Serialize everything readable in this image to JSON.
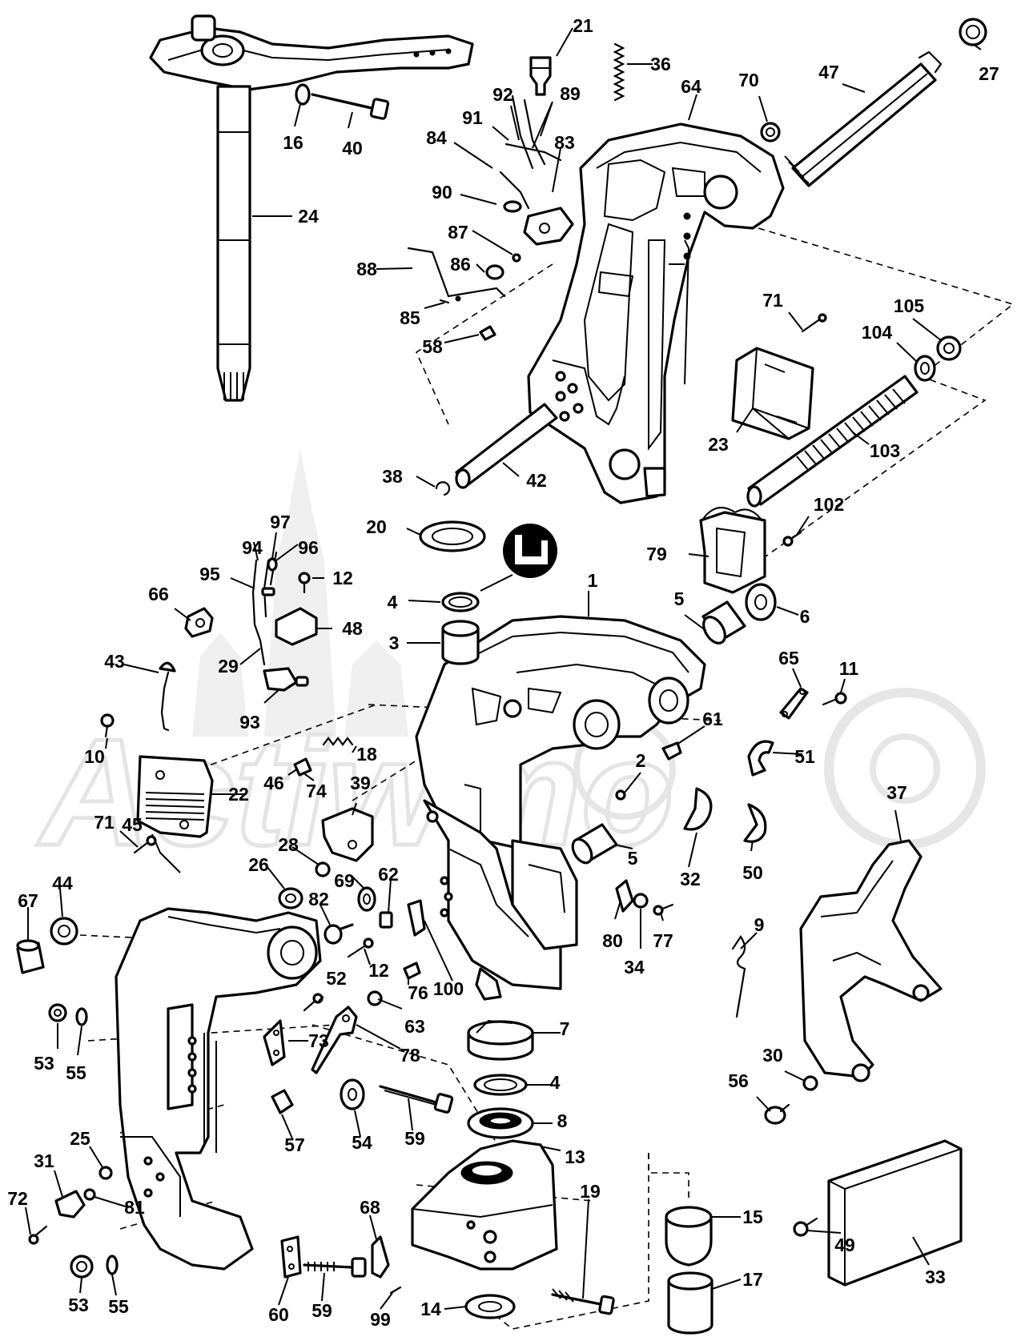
{
  "watermark": {
    "text": "Actiwmo",
    "color": "#e4e4e4"
  },
  "callouts": [
    {
      "id": "c21",
      "label": "21"
    },
    {
      "id": "c36",
      "label": "36"
    },
    {
      "id": "c64",
      "label": "64"
    },
    {
      "id": "c70",
      "label": "70"
    },
    {
      "id": "c47",
      "label": "47"
    },
    {
      "id": "c27",
      "label": "27"
    },
    {
      "id": "c92",
      "label": "92"
    },
    {
      "id": "c89",
      "label": "89"
    },
    {
      "id": "c91",
      "label": "91"
    },
    {
      "id": "c84",
      "label": "84"
    },
    {
      "id": "c83",
      "label": "83"
    },
    {
      "id": "c16",
      "label": "16"
    },
    {
      "id": "c40",
      "label": "40"
    },
    {
      "id": "c24",
      "label": "24"
    },
    {
      "id": "c90",
      "label": "90"
    },
    {
      "id": "c87",
      "label": "87"
    },
    {
      "id": "c86",
      "label": "86"
    },
    {
      "id": "c88",
      "label": "88"
    },
    {
      "id": "c85",
      "label": "85"
    },
    {
      "id": "c58",
      "label": "58"
    },
    {
      "id": "c71a",
      "label": "71"
    },
    {
      "id": "c105",
      "label": "105"
    },
    {
      "id": "c104",
      "label": "104"
    },
    {
      "id": "c23",
      "label": "23"
    },
    {
      "id": "c103",
      "label": "103"
    },
    {
      "id": "c38",
      "label": "38"
    },
    {
      "id": "c42",
      "label": "42"
    },
    {
      "id": "c102",
      "label": "102"
    },
    {
      "id": "c20",
      "label": "20"
    },
    {
      "id": "c97",
      "label": "97"
    },
    {
      "id": "c94",
      "label": "94"
    },
    {
      "id": "c96",
      "label": "96"
    },
    {
      "id": "c95",
      "label": "95"
    },
    {
      "id": "c12a",
      "label": "12"
    },
    {
      "id": "c79",
      "label": "79"
    },
    {
      "id": "c66",
      "label": "66"
    },
    {
      "id": "c4a",
      "label": "4"
    },
    {
      "id": "c48",
      "label": "48"
    },
    {
      "id": "c1",
      "label": "1"
    },
    {
      "id": "c5a",
      "label": "5"
    },
    {
      "id": "c6",
      "label": "6"
    },
    {
      "id": "c3",
      "label": "3"
    },
    {
      "id": "c43",
      "label": "43"
    },
    {
      "id": "c29",
      "label": "29"
    },
    {
      "id": "c93",
      "label": "93"
    },
    {
      "id": "c65",
      "label": "65"
    },
    {
      "id": "c11",
      "label": "11"
    },
    {
      "id": "c10",
      "label": "10"
    },
    {
      "id": "c18",
      "label": "18"
    },
    {
      "id": "c61",
      "label": "61"
    },
    {
      "id": "c51",
      "label": "51"
    },
    {
      "id": "c2",
      "label": "2"
    },
    {
      "id": "c46",
      "label": "46"
    },
    {
      "id": "c74",
      "label": "74"
    },
    {
      "id": "c22",
      "label": "22"
    },
    {
      "id": "c39",
      "label": "39"
    },
    {
      "id": "c71b",
      "label": "71"
    },
    {
      "id": "c5b",
      "label": "5"
    },
    {
      "id": "c32",
      "label": "32"
    },
    {
      "id": "c50",
      "label": "50"
    },
    {
      "id": "c37",
      "label": "37"
    },
    {
      "id": "c28",
      "label": "28"
    },
    {
      "id": "c26",
      "label": "26"
    },
    {
      "id": "c69",
      "label": "69"
    },
    {
      "id": "c62",
      "label": "62"
    },
    {
      "id": "c45",
      "label": "45"
    },
    {
      "id": "c44",
      "label": "44"
    },
    {
      "id": "c67",
      "label": "67"
    },
    {
      "id": "c82",
      "label": "82"
    },
    {
      "id": "c80",
      "label": "80"
    },
    {
      "id": "c77",
      "label": "77"
    },
    {
      "id": "c34",
      "label": "34"
    },
    {
      "id": "c9",
      "label": "9"
    },
    {
      "id": "c12b",
      "label": "12"
    },
    {
      "id": "c76",
      "label": "76"
    },
    {
      "id": "c100",
      "label": "100"
    },
    {
      "id": "c52",
      "label": "52"
    },
    {
      "id": "c63",
      "label": "63"
    },
    {
      "id": "c7",
      "label": "7"
    },
    {
      "id": "c53a",
      "label": "53"
    },
    {
      "id": "c55a",
      "label": "55"
    },
    {
      "id": "c73",
      "label": "73"
    },
    {
      "id": "c78",
      "label": "78"
    },
    {
      "id": "c30",
      "label": "30"
    },
    {
      "id": "c56",
      "label": "56"
    },
    {
      "id": "c4b",
      "label": "4"
    },
    {
      "id": "c8",
      "label": "8"
    },
    {
      "id": "c57",
      "label": "57"
    },
    {
      "id": "c54",
      "label": "54"
    },
    {
      "id": "c59a",
      "label": "59"
    },
    {
      "id": "c13",
      "label": "13"
    },
    {
      "id": "c25",
      "label": "25"
    },
    {
      "id": "c31",
      "label": "31"
    },
    {
      "id": "c81",
      "label": "81"
    },
    {
      "id": "c72",
      "label": "72"
    },
    {
      "id": "c68",
      "label": "68"
    },
    {
      "id": "c19",
      "label": "19"
    },
    {
      "id": "c15",
      "label": "15"
    },
    {
      "id": "c33",
      "label": "33"
    },
    {
      "id": "c53b",
      "label": "53"
    },
    {
      "id": "c55b",
      "label": "55"
    },
    {
      "id": "c60",
      "label": "60"
    },
    {
      "id": "c59b",
      "label": "59"
    },
    {
      "id": "c99",
      "label": "99"
    },
    {
      "id": "c14",
      "label": "14"
    },
    {
      "id": "c17",
      "label": "17"
    },
    {
      "id": "c49",
      "label": "49"
    }
  ]
}
